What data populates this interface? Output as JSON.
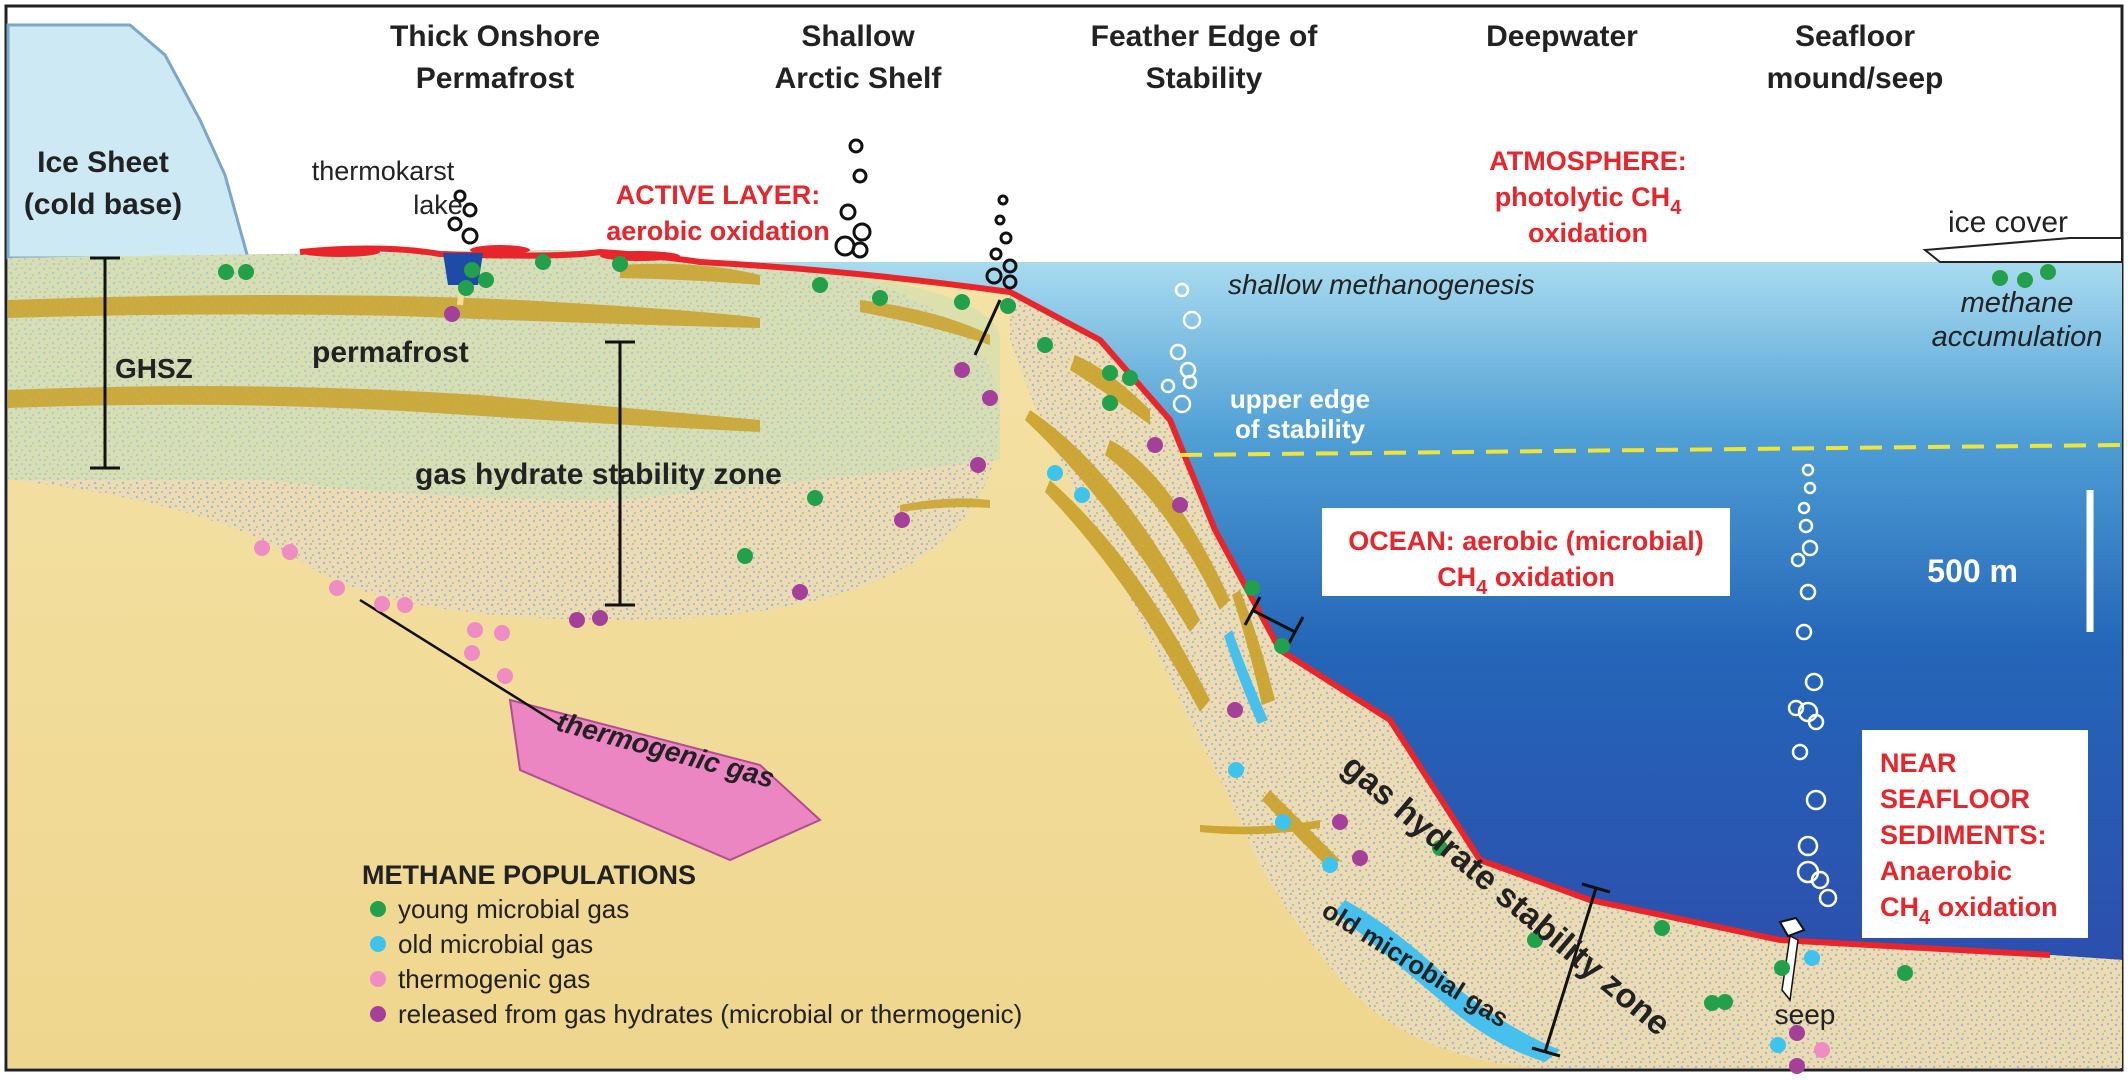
{
  "headers": {
    "onshore": [
      "Thick Onshore",
      "Permafrost"
    ],
    "shelf": [
      "Shallow",
      "Arctic Shelf"
    ],
    "feather": [
      "Feather Edge of",
      "Stability"
    ],
    "deepwater": "Deepwater",
    "seafloor": [
      "Seafloor",
      "mound/seep"
    ]
  },
  "labels": {
    "ice_sheet": [
      "Ice Sheet",
      "(cold base)"
    ],
    "thermokarst": [
      "thermokarst",
      "lake"
    ],
    "ghsz": "GHSZ",
    "permafrost": "permafrost",
    "ghsz_onshore": "gas hydrate stability zone",
    "thermogenic_gas": "thermogenic gas",
    "ghsz_slope": "gas hydrate stability zone",
    "old_microbial_gas": "old microbial gas",
    "shallow_methanogenesis": "shallow methanogenesis",
    "upper_edge": [
      "upper edge",
      "of stability"
    ],
    "ice_cover": "ice cover",
    "methane_accumulation": [
      "methane",
      "accumulation"
    ],
    "scale": "500 m",
    "seep": "seep"
  },
  "sinks": {
    "active_layer": [
      "ACTIVE LAYER:",
      "aerobic oxidation"
    ],
    "atmosphere": [
      "ATMOSPHERE:",
      "photolytic CH",
      "4",
      "oxidation"
    ],
    "ocean": [
      "OCEAN: aerobic (microbial)",
      "CH",
      "4",
      " oxidation"
    ],
    "near_seafloor": [
      "NEAR",
      "SEAFLOOR",
      "SEDIMENTS:",
      "Anaerobic",
      "CH",
      "4",
      " oxidation"
    ]
  },
  "legend": {
    "title": "METHANE POPULATIONS",
    "items": [
      {
        "label": "young microbial gas",
        "color": "#22a04b"
      },
      {
        "label": "old microbial gas",
        "color": "#3cc3ee"
      },
      {
        "label": "thermogenic gas",
        "color": "#f08cc4"
      },
      {
        "label": "released from gas hydrates (microbial or thermogenic)",
        "color": "#a4409a"
      }
    ]
  },
  "colors": {
    "sink_red": "#e8252b",
    "sediment": "#f2dc97",
    "ocean_top": "#a9dbef",
    "ocean_bottom": "#2c4fae",
    "ice": "#cde9f4",
    "hydrate_band": "#c9a22a"
  }
}
